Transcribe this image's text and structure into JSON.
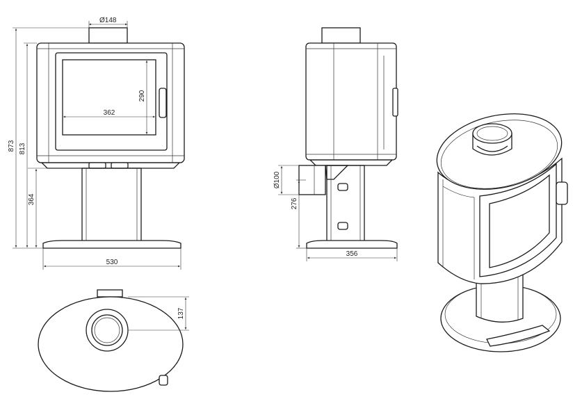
{
  "dimensions": {
    "flue_diameter": "Ø148",
    "window_height": "290",
    "window_width": "362",
    "total_height": "873",
    "body_top_height": "813",
    "pedestal_height": "364",
    "base_width": "530",
    "rear_outlet_diameter": "Ø100",
    "rear_outlet_height": "276",
    "depth": "356",
    "flue_offset": "137"
  },
  "colors": {
    "line": "#1a1a1a",
    "background": "#ffffff"
  }
}
